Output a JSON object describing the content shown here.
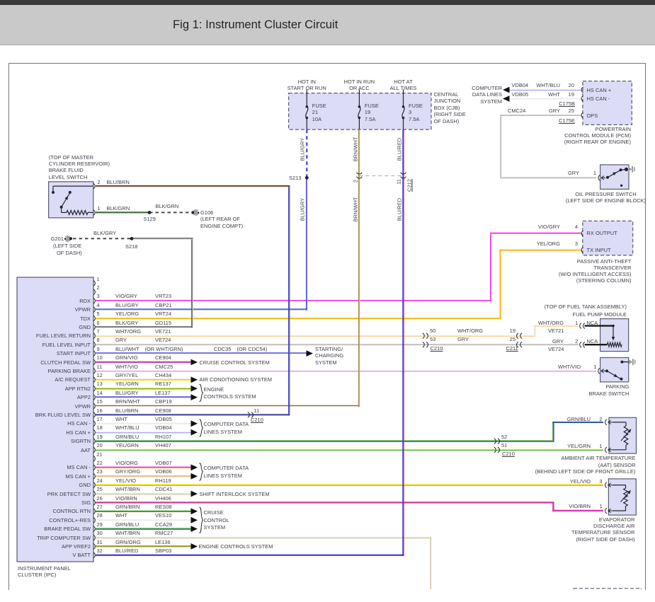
{
  "header": {
    "title": "Fig 1: Instrument Cluster Circuit"
  },
  "palette": {
    "BLK": "#4b4b4b",
    "WHT": "#e5e5e5",
    "GRY": "#c3c3c3",
    "BLU": "#3030d8",
    "GRN": "#3ba12b",
    "YEL": "#f0e800",
    "ORG": "#ff9d1a",
    "VIO": "#fa14ea",
    "BRN": "#8f6d1a",
    "RED": "#dd2a2a",
    "nca_wire": "#1a1a1a",
    "box_fill": "#dcdcf6",
    "box_border": "#5a5a6e",
    "text": "#3d3d47",
    "symbol": "#23232e",
    "ground_gray": "#9a9aa2",
    "connector_dash": "#bcbcbc"
  },
  "cjb": {
    "name": [
      "CENTRAL",
      "JUNCTION",
      "BOX (CJB)",
      "(RIGHT SIDE",
      "OF DASH)"
    ],
    "fuses": [
      {
        "hot": [
          "HOT IN",
          "START OR RUN"
        ],
        "label": [
          "FUSE",
          "21",
          "10A"
        ],
        "wire": "BLU/GRY"
      },
      {
        "hot": [
          "HOT IN RUN",
          "OR ACC"
        ],
        "label": [
          "FUSE",
          "19",
          "7.5A"
        ],
        "wire": "BRN/WHT"
      },
      {
        "hot": [
          "HOT AT",
          "ALL TIMES"
        ],
        "label": [
          "FUSE",
          "3",
          "7.5A"
        ],
        "wire": "BLU/RED"
      }
    ]
  },
  "computer_data_top": {
    "name": [
      "COMPUTER",
      "DATA LINES",
      "SYSTEM"
    ]
  },
  "pcm": {
    "rows": [
      {
        "code": "VDB04",
        "color": "WHT/BLU",
        "pin": "20",
        "inside": "HS CAN +"
      },
      {
        "code": "VDB05",
        "color": "WHT",
        "pin": "19",
        "inside": "HS CAN -"
      },
      {
        "code": "CMC24",
        "color": "GRY",
        "pin": "25",
        "inside": "OPS"
      }
    ],
    "connectors": [
      "C175B",
      "C175E"
    ],
    "name": [
      "POWERTRAIN",
      "CONTROL MODULE (PCM)",
      "(RIGHT REAR OF ENGINE)"
    ]
  },
  "oil_switch": {
    "wire": "GRY",
    "pin": "1",
    "name": [
      "OIL PRESSURE SWITCH",
      "(LEFT SIDE OF ENGINE BLOCK)"
    ]
  },
  "transceiver": {
    "rows": [
      {
        "color": "VIO/GRY",
        "pin": "4",
        "inside": "RX OUTPUT"
      },
      {
        "color": "YEL/ORG",
        "pin": "3",
        "inside": "TX INPUT"
      }
    ],
    "name": [
      "PASSIVE ANTI-THEFT",
      "TRANSCEIVER",
      "(W/O INTELLIGENT ACCESS)",
      "(STEERING COLUMN)"
    ]
  },
  "bfs": {
    "name": [
      "(TOP OF MASTER",
      "CYLINDER RESERVOIR)",
      "BRAKE FLUID",
      "LEVEL SWITCH"
    ],
    "pins": [
      {
        "pin": "2",
        "color": "BLU/BRN"
      },
      {
        "pin": "1",
        "color": "BLK/GRN"
      }
    ]
  },
  "grounds": [
    {
      "id": "G106",
      "wire": "BLK/GRN",
      "loc": [
        "(LEFT REAR OF",
        "ENGINE COMPT)"
      ]
    },
    {
      "id": "G201",
      "wire": "BLK/GRY",
      "loc": [
        "(LEFT SIDE",
        "OF DASH)"
      ]
    }
  ],
  "splices": [
    "S213",
    "S129",
    "S218"
  ],
  "fuel_pump": {
    "name": [
      "(TOP OF FUEL TANK ASSEMBLY)",
      "FUEL PUMP MODULE"
    ],
    "rows": [
      {
        "color": "WHT/ORG",
        "pin": "1",
        "nca": "NCA",
        "code": "VE721"
      },
      {
        "color": "GRY",
        "pin": "2",
        "nca": "NCA",
        "code": "VE724"
      }
    ]
  },
  "parking": {
    "name": [
      "PARKING",
      "BRAKE SWITCH"
    ],
    "wire": "WHT/VIO",
    "pin": "1"
  },
  "aat": {
    "name": [
      "AMBIENT AIR TEMPERATURE",
      "(AAT) SENSOR",
      "(BEHIND LEFT SIDE OF FRONT GRILLE)"
    ],
    "rows": [
      {
        "color": "GRN/BLU",
        "pin": "2"
      },
      {
        "color": "YEL/GRN",
        "pin": "1"
      }
    ]
  },
  "evap": {
    "name": [
      "EVAPORATOR",
      "DISCHARGE AIR",
      "TEMPERATURE SENSOR",
      "(RIGHT SIDE OF DASH)"
    ],
    "rows": [
      {
        "color": "YEL/VIO",
        "pin": "3"
      },
      {
        "color": "VIO/BRN",
        "pin": "1"
      }
    ]
  },
  "ipc": {
    "name": [
      "INSTRUMENT PANEL",
      "CLUSTER (IPC)"
    ],
    "pins": [
      {
        "num": "1"
      },
      {
        "num": "2"
      },
      {
        "num": "3",
        "label": "RDX",
        "color": "VIO/GRY",
        "code": "VRT23"
      },
      {
        "num": "4",
        "label": "VPWR",
        "color": "BLU/GRY",
        "code": "CBP21"
      },
      {
        "num": "5",
        "label": "TDX",
        "color": "YEL/ORG",
        "code": "VRT24"
      },
      {
        "num": "6",
        "label": "GND",
        "color": "BLK/GRY",
        "code": "GD115"
      },
      {
        "num": "7",
        "label": "FUEL LEVEL RETURN",
        "color": "WHT/ORG",
        "code": "VE721"
      },
      {
        "num": "8",
        "label": "FUEL LEVEL INPUT",
        "color": "GRY",
        "code": "VE724"
      },
      {
        "num": "9",
        "label": "START INPUT",
        "color": "BLU/WHT",
        "code": "CDC35",
        "alt": "(OR WHT/GRN)",
        "altcode": "(OR CDC54)"
      },
      {
        "num": "10",
        "label": "CLUTCH PEDAL SW",
        "color": "GRN/VIO",
        "code": "CE904"
      },
      {
        "num": "11",
        "label": "PARKING BRAKE",
        "color": "WHT/VIO",
        "code": "CMC25"
      },
      {
        "num": "12",
        "label": "A/C REQUEST",
        "color": "GRY/YEL",
        "code": "CH434"
      },
      {
        "num": "13",
        "label": "APP RTN2",
        "color": "YEL/GRN",
        "code": "RE137"
      },
      {
        "num": "14",
        "label": "APP2",
        "color": "BLU/GRY",
        "code": "LE137"
      },
      {
        "num": "15",
        "label": "VPWR",
        "color": "BRN/WHT",
        "code": "CBP19"
      },
      {
        "num": "16",
        "label": "BRK FLUID LEVEL SW",
        "color": "BLU/BRN",
        "code": "CE908"
      },
      {
        "num": "17",
        "label": "HS CAN -",
        "color": "WHT",
        "code": "VDB05"
      },
      {
        "num": "18",
        "label": "HS CAN +",
        "color": "WHT/BLU",
        "code": "VDB04"
      },
      {
        "num": "19",
        "label": "SIGRTN",
        "color": "GRN/BLU",
        "code": "RH107"
      },
      {
        "num": "20",
        "label": "AAT",
        "color": "YEL/GRN",
        "code": "VH407"
      },
      {
        "num": "21"
      },
      {
        "num": "22",
        "label": "MS CAN -",
        "color": "VIO/ORG",
        "code": "VDB07"
      },
      {
        "num": "23",
        "label": "MS CAN +",
        "color": "GRY/ORG",
        "code": "VDB06"
      },
      {
        "num": "24",
        "label": "GND",
        "color": "YEL/VIO",
        "code": "RH119"
      },
      {
        "num": "25",
        "label": "PRK DETECT SW",
        "color": "WHT/BRN",
        "code": "CDC41"
      },
      {
        "num": "26",
        "label": "SIG",
        "color": "VIO/BRN",
        "code": "VH406"
      },
      {
        "num": "27",
        "label": "CONTROL RTN",
        "color": "GRN/BRN",
        "code": "RES08"
      },
      {
        "num": "28",
        "label": "CONTROL+-RES",
        "color": "WHT",
        "code": "VES10"
      },
      {
        "num": "29",
        "label": "BRAKE PEDAL SW",
        "color": "GRN/BLU",
        "code": "CCA29"
      },
      {
        "num": "30",
        "label": "TRIP COMPUTER SW",
        "color": "WHT/BRN",
        "code": "RMC27"
      },
      {
        "num": "31",
        "label": "APP VREF2",
        "color": "GRN/ORG",
        "code": "LE136"
      },
      {
        "num": "32",
        "label": "V BATT",
        "color": "BLU/RED",
        "code": "SBP03"
      }
    ]
  },
  "inline_connectors": {
    "c210a": {
      "id": "C210",
      "pins": [
        "50",
        "53"
      ]
    },
    "c211": {
      "id": "C211",
      "pins": [
        "19",
        "25"
      ]
    },
    "c210b": {
      "id": "C210",
      "pins": [
        "11"
      ]
    },
    "c210c": {
      "id": "C210",
      "pins": [
        "52",
        "51"
      ]
    },
    "c212": {
      "id": "C212",
      "pins": [
        "2",
        "11"
      ]
    }
  },
  "destinations": {
    "d9": [
      "STARTING/",
      "CHARGING",
      "SYSTEM"
    ],
    "d10": [
      "CRUISE CONTROL SYSTEM"
    ],
    "d12": [
      "AIR CONDITIONING SYSTEM"
    ],
    "d13": [
      "ENGINE",
      "CONTROLS SYSTEM"
    ],
    "d17": [
      "COMPUTER DATA",
      "LINES SYSTEM"
    ],
    "d22": [
      "COMPUTER DATA",
      "LINES SYSTEM"
    ],
    "d25": [
      "SHIFT INTERLOCK SYSTEM"
    ],
    "d27": [
      "CRUISE",
      "CONTROL",
      "SYSTEM"
    ],
    "d31": [
      "ENGINE CONTROLS SYSTEM"
    ]
  },
  "fuel_pump_mid_labels": {
    "row1": "WHT/ORG",
    "row2": "GRY"
  }
}
